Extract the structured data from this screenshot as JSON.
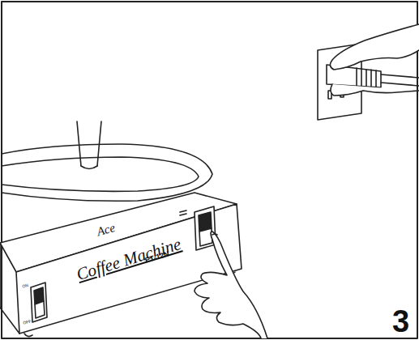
{
  "diagram": {
    "labels": [
      "Ace",
      "Coffee Machine",
      "ET-12N",
      "ON",
      "OFF",
      "3"
    ]
  }
}
